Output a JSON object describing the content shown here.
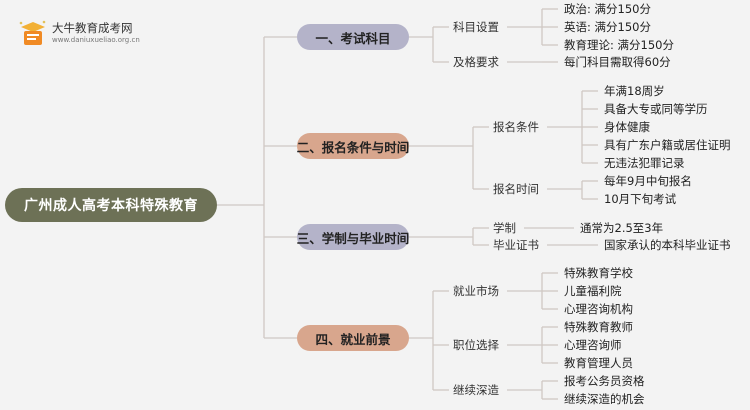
{
  "brand": {
    "name": "大牛教育成考网",
    "url": "www.daniuxueliao.org.cn",
    "logo_icon": "book-icon"
  },
  "root": {
    "label": "广州成人高考本科特殊教育"
  },
  "colors": {
    "root": "#6d7156",
    "cat1": "#b4b3c9",
    "cat2": "#d8a68d",
    "cat3": "#b4b3c9",
    "cat4": "#d8a68d",
    "line": "#cfc8c4"
  },
  "branches": [
    {
      "label": "一、考试科目",
      "groups": [
        {
          "label": "科目设置",
          "items": [
            "政治: 满分150分",
            "英语: 满分150分",
            "教育理论: 满分150分"
          ]
        },
        {
          "label": "及格要求",
          "items": [
            "每门科目需取得60分"
          ]
        }
      ]
    },
    {
      "label": "二、报名条件与时间",
      "groups": [
        {
          "label": "报名条件",
          "items": [
            "年满18周岁",
            "具备大专或同等学历",
            "身体健康",
            "具有广东户籍或居住证明",
            "无违法犯罪记录"
          ]
        },
        {
          "label": "报名时间",
          "items": [
            "每年9月中旬报名",
            "10月下旬考试"
          ]
        }
      ]
    },
    {
      "label": "三、学制与毕业时间",
      "groups": [
        {
          "label": "学制",
          "items": [
            "通常为2.5至3年"
          ]
        },
        {
          "label": "毕业证书",
          "items": [
            "国家承认的本科毕业证书"
          ]
        }
      ]
    },
    {
      "label": "四、就业前景",
      "groups": [
        {
          "label": "就业市场",
          "items": [
            "特殊教育学校",
            "儿童福利院",
            "心理咨询机构"
          ]
        },
        {
          "label": "职位选择",
          "items": [
            "特殊教育教师",
            "心理咨询师",
            "教育管理人员"
          ]
        },
        {
          "label": "继续深造",
          "items": [
            "报考公务员资格",
            "继续深造的机会"
          ]
        }
      ]
    }
  ]
}
